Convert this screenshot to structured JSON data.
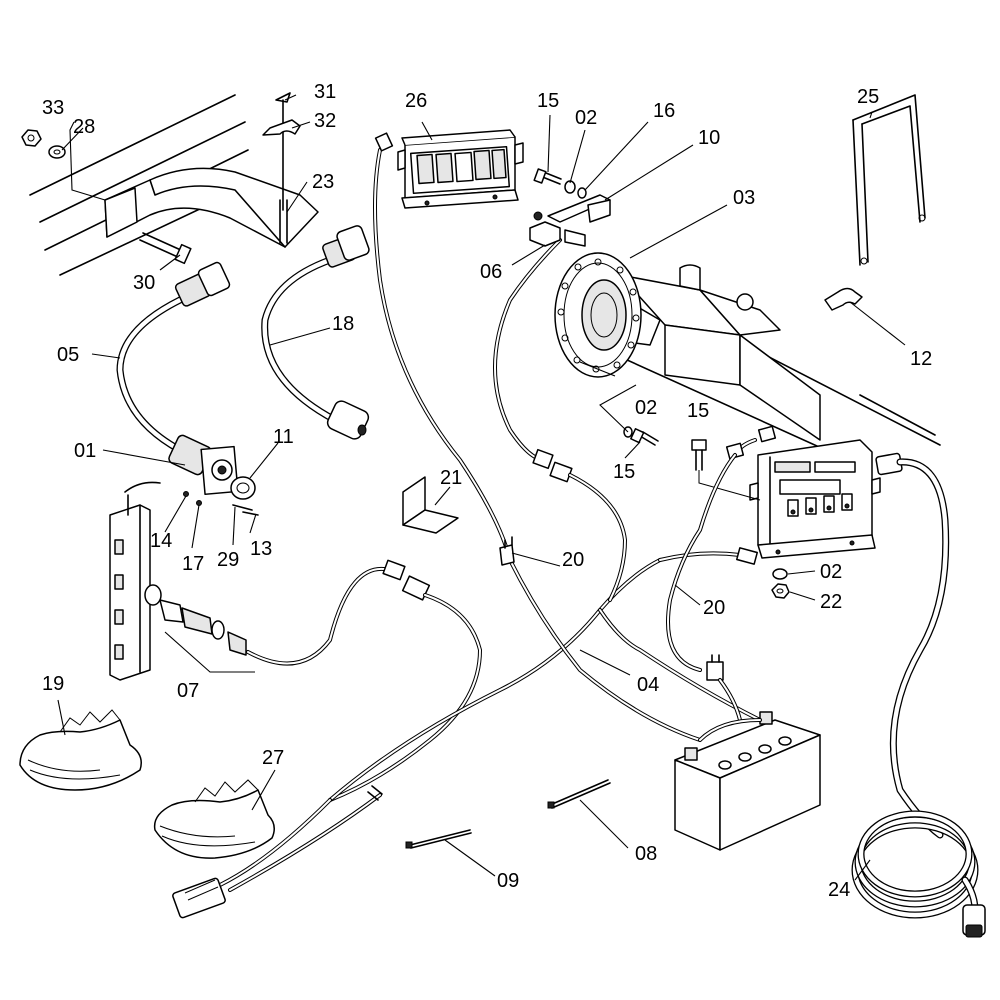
{
  "callouts": [
    {
      "id": "c01",
      "text": "01"
    },
    {
      "id": "c02a",
      "text": "02"
    },
    {
      "id": "c02b",
      "text": "02"
    },
    {
      "id": "c02c",
      "text": "02"
    },
    {
      "id": "c03",
      "text": "03"
    },
    {
      "id": "c04",
      "text": "04"
    },
    {
      "id": "c05",
      "text": "05"
    },
    {
      "id": "c06",
      "text": "06"
    },
    {
      "id": "c07",
      "text": "07"
    },
    {
      "id": "c08",
      "text": "08"
    },
    {
      "id": "c09",
      "text": "09"
    },
    {
      "id": "c10",
      "text": "10"
    },
    {
      "id": "c11",
      "text": "11"
    },
    {
      "id": "c12",
      "text": "12"
    },
    {
      "id": "c13",
      "text": "13"
    },
    {
      "id": "c14",
      "text": "14"
    },
    {
      "id": "c15a",
      "text": "15"
    },
    {
      "id": "c15b",
      "text": "15"
    },
    {
      "id": "c15c",
      "text": "15"
    },
    {
      "id": "c16",
      "text": "16"
    },
    {
      "id": "c17",
      "text": "17"
    },
    {
      "id": "c18",
      "text": "18"
    },
    {
      "id": "c19",
      "text": "19"
    },
    {
      "id": "c20a",
      "text": "20"
    },
    {
      "id": "c20b",
      "text": "20"
    },
    {
      "id": "c21",
      "text": "21"
    },
    {
      "id": "c22",
      "text": "22"
    },
    {
      "id": "c23",
      "text": "23"
    },
    {
      "id": "c24",
      "text": "24"
    },
    {
      "id": "c25",
      "text": "25"
    },
    {
      "id": "c26",
      "text": "26"
    },
    {
      "id": "c27",
      "text": "27"
    },
    {
      "id": "c28",
      "text": "28"
    },
    {
      "id": "c29",
      "text": "29"
    },
    {
      "id": "c30",
      "text": "30"
    },
    {
      "id": "c31",
      "text": "31"
    },
    {
      "id": "c32",
      "text": "32"
    },
    {
      "id": "c33",
      "text": "33"
    }
  ],
  "colors": {
    "line": "#000000",
    "background": "#ffffff"
  }
}
